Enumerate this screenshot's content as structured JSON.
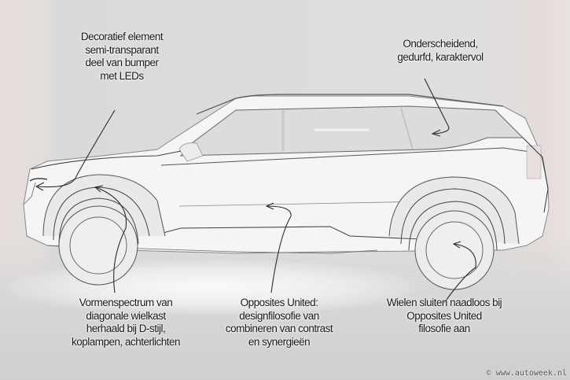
{
  "annotations": {
    "bumper": {
      "lines": [
        "Decoratief element",
        "semi-transparant",
        "deel van bumper",
        "met LEDs"
      ]
    },
    "character": {
      "lines": [
        "Onderscheidend,",
        "gedurfd, karaktervol"
      ]
    },
    "wheel_arch": {
      "lines": [
        "Vormenspectrum van",
        "diagonale wielkast",
        "herhaald bij D-stijl,",
        "koplampen, achterlichten"
      ]
    },
    "opposites": {
      "lines": [
        "Opposites United:",
        "designfilosofie van",
        "combineren van contrast",
        "en synergieën"
      ]
    },
    "wheels": {
      "lines": [
        "Wielen sluiten naadloos bij",
        "Opposites United",
        "filosofie aan"
      ]
    }
  },
  "credit": {
    "symbol": "©",
    "text": "www.autoweek.nl"
  },
  "colors": {
    "background": "#dcdcdc",
    "car_body": "#f4f4f4",
    "sketch_line": "#2a2a2a",
    "text": "#1a1a1a"
  }
}
